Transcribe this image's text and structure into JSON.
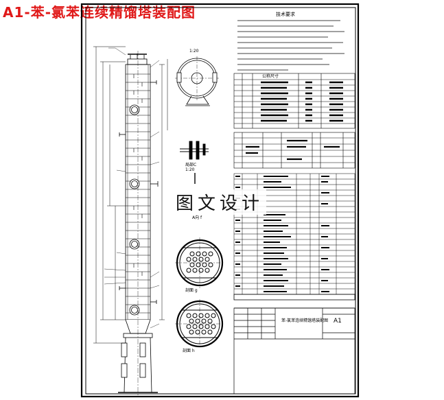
{
  "title": "A1-苯-氯苯连续精馏塔装配图",
  "watermark": "图文设计",
  "drawing": {
    "scale_label": "1:20",
    "section_c_label": "局部C",
    "section_c_scale": "1:20",
    "tech_req_title": "技术要求",
    "title_block_size": "A1",
    "title_block_name": "苯-氯苯连续精馏塔装配图",
    "pipe_table_header_size": "公称尺寸",
    "view_f_label": "A向 f",
    "section_g_label": "剖面 g",
    "section_h_label": "剖面 h"
  }
}
